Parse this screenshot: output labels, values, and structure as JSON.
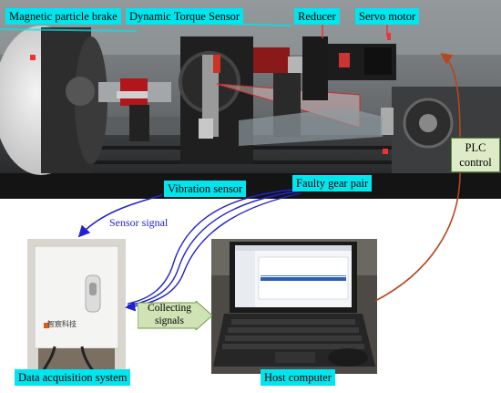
{
  "labels": {
    "magnetic_brake": "Magnetic particle brake",
    "torque_sensor": "Dynamic Torque Sensor",
    "reducer": "Reducer",
    "servo_motor": "Servo motor",
    "vibration_sensor": "Vibration sensor",
    "faulty_gear": "Faulty gear pair",
    "daq": "Data acquisition system",
    "host": "Host computer"
  },
  "annotations": {
    "sensor_signal": "Sensor signal",
    "collecting": "Collecting signals",
    "plc": "PLC control"
  },
  "device_logo": "智宸科技",
  "colors": {
    "label_bg": "#00e5ee",
    "plc_box_bg": "#ddebc9",
    "plc_arrow": "#b5461f",
    "signal_arrow": "#2222cc",
    "collect_arrow_fill": "#cfe3b5"
  }
}
